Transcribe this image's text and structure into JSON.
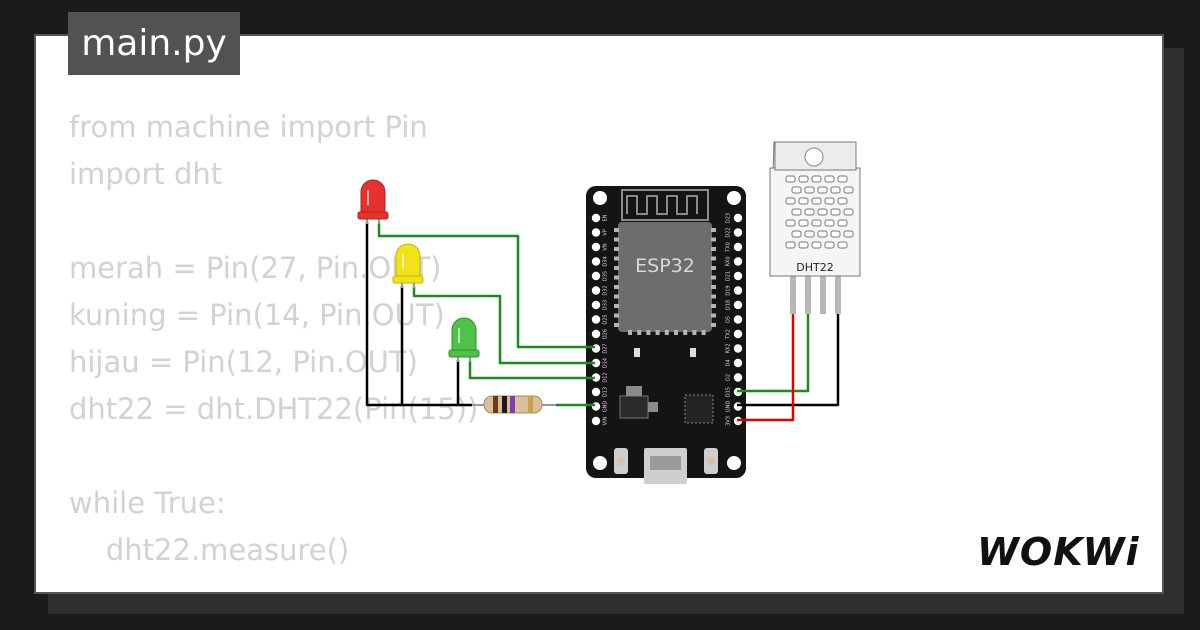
{
  "file_tab": {
    "label": "main.py"
  },
  "code_lines": [
    "from machine import Pin",
    "import dht",
    "",
    "merah = Pin(27, Pin.OUT)",
    "kuning = Pin(14, Pin.OUT)",
    "hijau = Pin(12, Pin.OUT)",
    "dht22 = dht.DHT22(Pin(15))",
    "",
    "while True:",
    "    dht22.measure()"
  ],
  "esp32": {
    "label": "ESP32",
    "left_pins": [
      "EN",
      "VP",
      "VN",
      "D34",
      "D35",
      "D32",
      "D33",
      "D25",
      "D26",
      "D27",
      "D14",
      "D12",
      "D13",
      "GND",
      "VIN"
    ],
    "right_pins": [
      "D23",
      "D22",
      "TX0",
      "RX0",
      "D21",
      "D19",
      "D18",
      "D5",
      "TX2",
      "RX2",
      "D4",
      "D2",
      "D15",
      "GND",
      "3V3"
    ]
  },
  "sensor": {
    "label": "DHT22"
  },
  "leds": [
    {
      "name": "red",
      "color": "#e5322d"
    },
    {
      "name": "yellow",
      "color": "#f2e21a"
    },
    {
      "name": "green",
      "color": "#4fc24a"
    }
  ],
  "wire_colors": {
    "signal": "#1d8a1d",
    "ground": "#000000",
    "power": "#e00000"
  },
  "logo": {
    "text": "WOKWi"
  }
}
